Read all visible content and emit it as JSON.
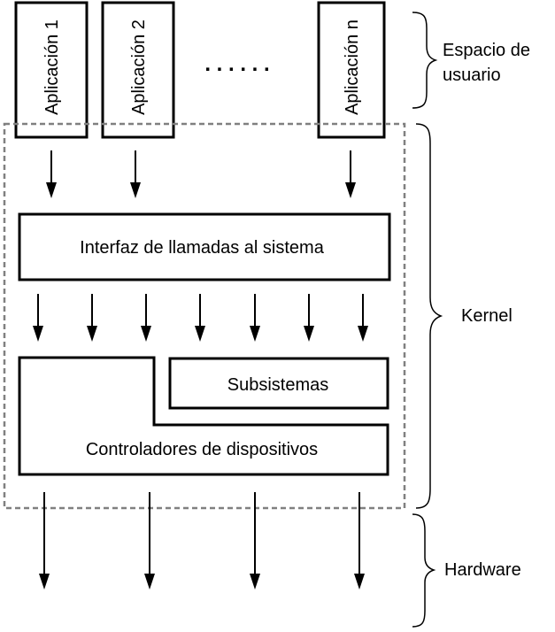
{
  "applications": [
    {
      "label": "Aplicación 1"
    },
    {
      "label": "Aplicación 2"
    },
    {
      "label": "Aplicación n"
    }
  ],
  "ellipsis": ". . . . . .",
  "syscall_interface": "Interfaz de llamadas al sistema",
  "subsystems": "Subsistemas",
  "device_drivers": "Controladores de dispositivos",
  "layers": {
    "user_space_line1": "Espacio de",
    "user_space_line2": "usuario",
    "kernel": "Kernel",
    "hardware": "Hardware"
  },
  "colors": {
    "stroke": "#000000",
    "kernel_boundary": "#808080",
    "background": "#ffffff"
  }
}
